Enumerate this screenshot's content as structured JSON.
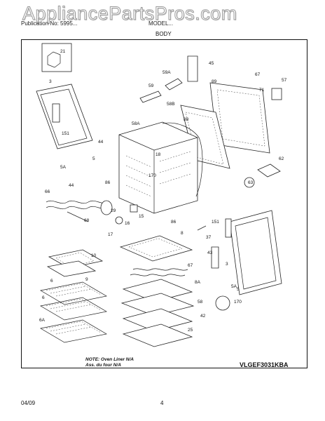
{
  "watermark": "AppliancePartsPros.com",
  "header": {
    "left": "Publication No: 5995...",
    "mid": "MODEL..."
  },
  "section_title": "BODY",
  "note_lines": [
    "NOTE: Oven Liner N/A",
    "Ass. du four N/A"
  ],
  "model_code": "VLGEF3031KBA",
  "footer": {
    "date": "04/09",
    "page": "4"
  },
  "callouts": [
    "21",
    "45",
    "59A",
    "89",
    "67",
    "57",
    "3",
    "59",
    "71",
    "58B",
    "88",
    "151",
    "58A",
    "62",
    "18",
    "5",
    "44",
    "5A",
    "86",
    "170",
    "44",
    "63",
    "66",
    "29",
    "15",
    "86",
    "68",
    "17",
    "16",
    "151",
    "8",
    "37",
    "10",
    "43",
    "9",
    "67",
    "3",
    "6",
    "8A",
    "5A",
    "6",
    "58",
    "5",
    "42",
    "170",
    "6A",
    "25"
  ]
}
